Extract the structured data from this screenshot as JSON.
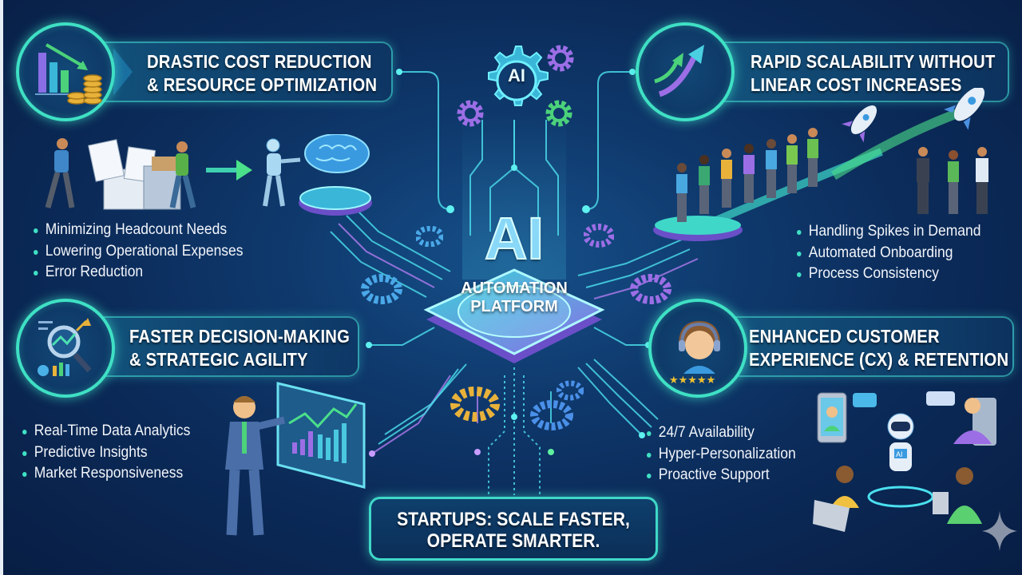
{
  "hub": {
    "badge": "AI",
    "main": "AI",
    "line1": "AUTOMATION",
    "line2": "PLATFORM"
  },
  "sections": [
    {
      "id": "cost",
      "icon": "chart-down-coins-icon",
      "title_line1": "DRASTIC COST REDUCTION",
      "title_line2": "& RESOURCE OPTIMIZATION",
      "bullets": [
        "Minimizing Headcount Needs",
        "Lowering Operational Expenses",
        "Error Reduction"
      ]
    },
    {
      "id": "scalability",
      "icon": "growth-arrows-icon",
      "title_line1": "RAPID SCALABILITY WITHOUT",
      "title_line2": "LINEAR COST INCREASES",
      "bullets": [
        "Handling Spikes in Demand",
        "Automated Onboarding",
        "Process Consistency"
      ]
    },
    {
      "id": "decision",
      "icon": "magnifier-analytics-icon",
      "title_line1": "FASTER DECISION-MAKING",
      "title_line2": "& STRATEGIC AGILITY",
      "bullets": [
        "Real-Time Data Analytics",
        "Predictive Insights",
        "Market Responsiveness"
      ]
    },
    {
      "id": "cx",
      "icon": "support-agent-icon",
      "title_line1": "ENHANCED CUSTOMER",
      "title_line2": "EXPERIENCE (CX) & RETENTION",
      "bullets": [
        "24/7 Availability",
        "Hyper-Personalization",
        "Proactive Support"
      ]
    }
  ],
  "tagline": {
    "line1": "STARTUPS: SCALE FASTER,",
    "line2": "OPERATE SMARTER."
  },
  "illustrations": {
    "robot_chest_label": "AI"
  },
  "colors": {
    "background": "#0b2a58",
    "accent_teal": "#3fe0c4",
    "accent_cyan": "#49d7e6",
    "accent_purple": "#b27cf0",
    "accent_green": "#4bd27a",
    "gold": "#e8b23a"
  }
}
